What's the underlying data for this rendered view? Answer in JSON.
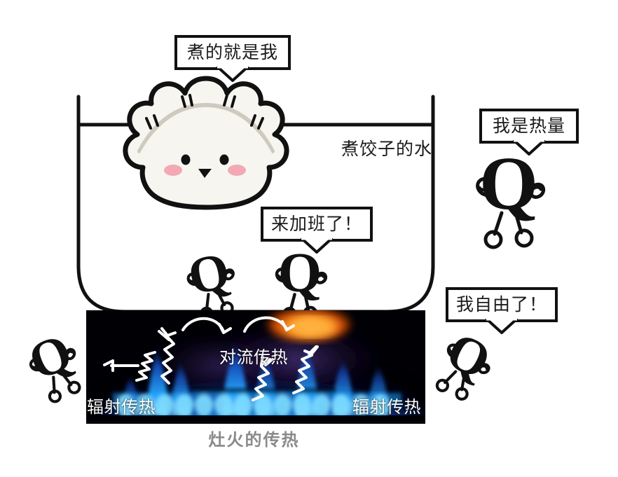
{
  "scene": {
    "caption": "灶火的传热"
  },
  "pot": {
    "water_label": "煮饺子的水"
  },
  "bubbles": [
    {
      "id": "dumpling-bubble",
      "text": "煮的就是我"
    },
    {
      "id": "heat-bubble",
      "text": "我是热量"
    },
    {
      "id": "overtime-bubble",
      "text": "来加班了！"
    },
    {
      "id": "free-bubble",
      "text": "我自由了！"
    }
  ],
  "characters": {
    "dumpling": {
      "name": "dumpling-character",
      "body_color": "#f7f5ef",
      "outline_color": "#111111",
      "blush_color": "#f3a9b4"
    },
    "heat_quanta": [
      {
        "id": "q-outside-right",
        "glyph": "Q",
        "label": "我是热量"
      },
      {
        "id": "q-in-water-left",
        "glyph": "Q"
      },
      {
        "id": "q-in-water-right",
        "glyph": "Q"
      },
      {
        "id": "q-escape-left",
        "glyph": "Q"
      },
      {
        "id": "q-escape-right",
        "glyph": "Q"
      }
    ]
  },
  "stove": {
    "labels": {
      "convection": "对流传热",
      "radiation_left": "辐射传热",
      "radiation_right": "辐射传热"
    },
    "flame_colors": {
      "background": "#000005",
      "blue_core": "#1f9fff",
      "blue_deep": "#0a3a8a",
      "orange": "#ff7a10"
    }
  }
}
